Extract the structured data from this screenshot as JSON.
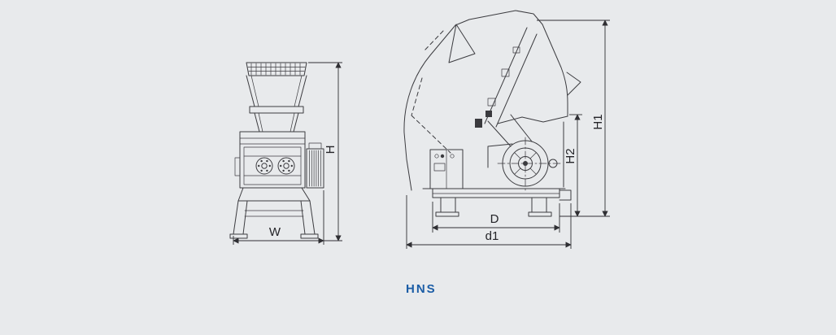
{
  "page": {
    "background": "#e8eaec"
  },
  "drawing": {
    "model_label": "HNS",
    "accent_color": "#1b5da6",
    "line_color": "#3c3c40",
    "front_view": {
      "dims": {
        "width": "W",
        "height": "H"
      }
    },
    "side_view": {
      "dims": {
        "overall_height": "H1",
        "feed_height": "H2",
        "base_depth": "D",
        "overall_depth": "d1"
      }
    }
  }
}
